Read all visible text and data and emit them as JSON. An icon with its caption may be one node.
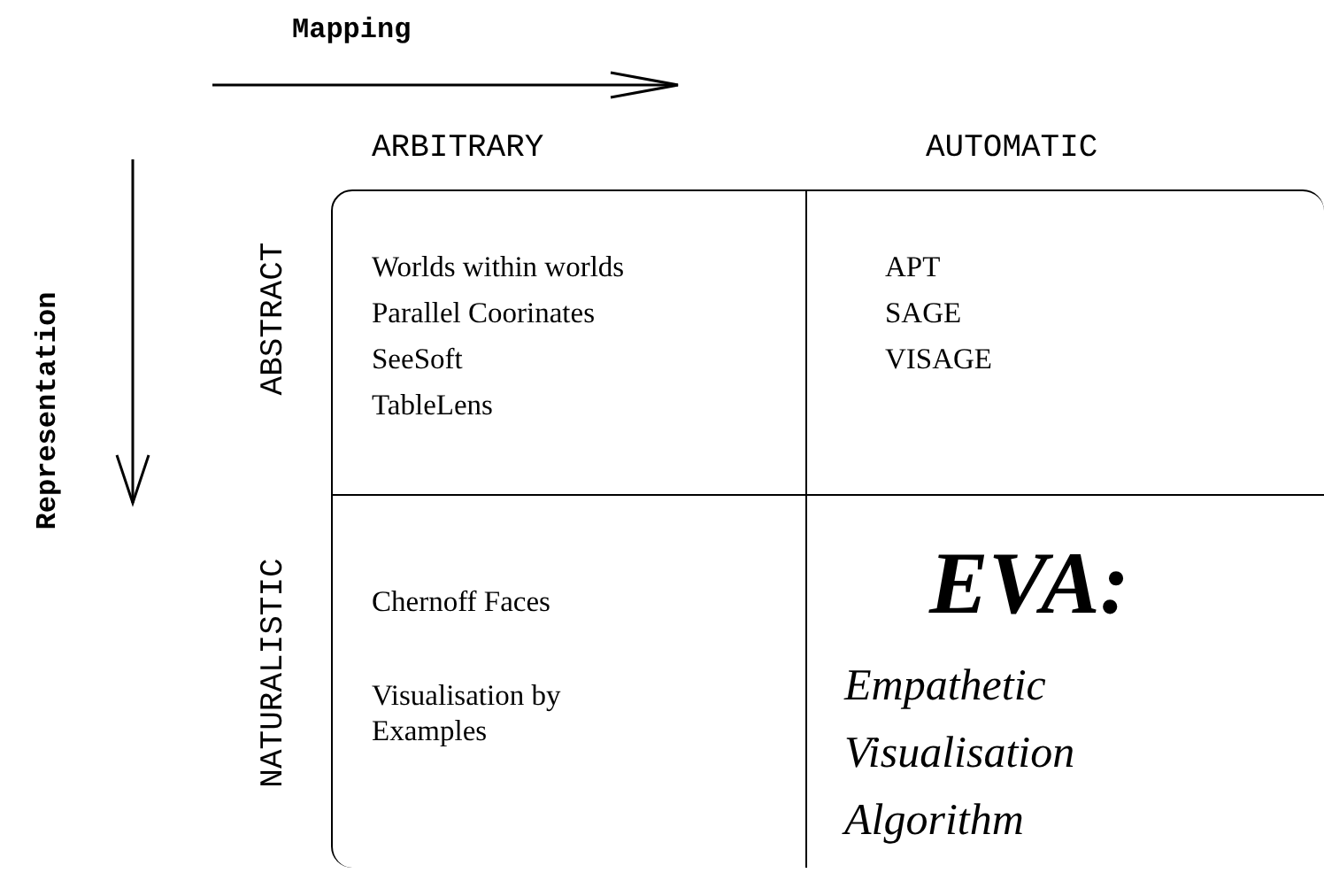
{
  "diagram": {
    "nodes": [
      {
        "text": [
          "Worlds within worlds",
          "Parallel Coorinates",
          "SeeSoft",
          "TableLens"
        ]
      },
      {
        "text": [
          "APT",
          "SAGE",
          "VISAGE"
        ]
      },
      {
        "text": [
          "Chernoff Faces",
          "Visualisation by Examples"
        ]
      },
      {
        "text": [
          "EVA:",
          "Empathetic Visualisation Algorithm"
        ]
      }
    ],
    "labels": [
      "Mapping",
      "Representation",
      "ARBITRARY",
      "AUTOMATIC",
      "ABSTRACT",
      "NATURALISTIC"
    ]
  }
}
